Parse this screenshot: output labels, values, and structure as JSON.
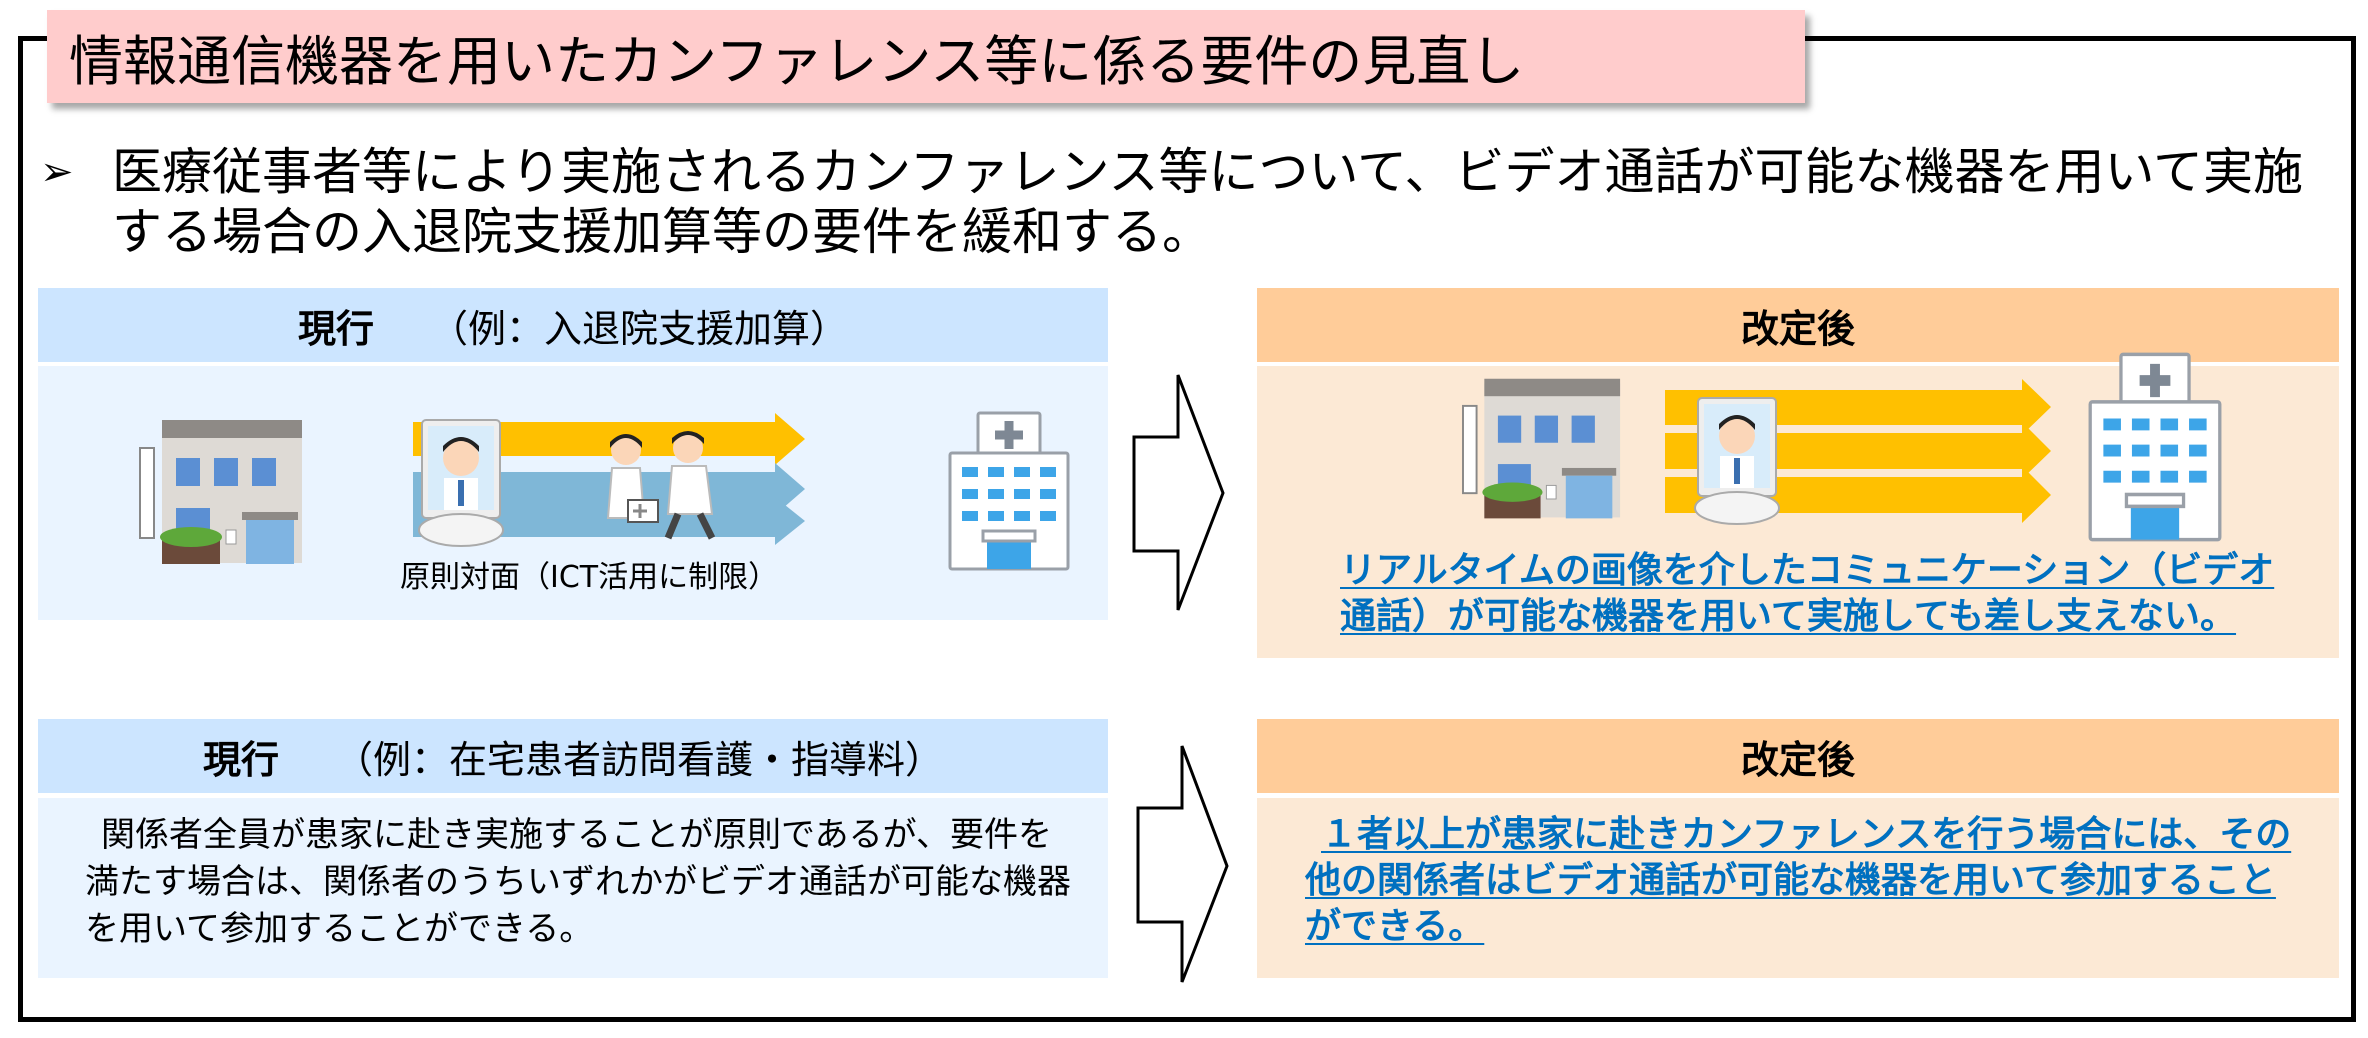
{
  "title": "情報通信機器を用いたカンファレンス等に係る要件の見直し",
  "lead": {
    "bullet_icon": "arrow-bullet-icon",
    "text": "医療従事者等により実施されるカンファレンス等について、ビデオ通話が可能な機器を用いて実施する場合の入退院支援加算等の要件を緩和する。"
  },
  "rows": [
    {
      "current": {
        "label": "現行",
        "example": "（例：入退院支援加算）",
        "caption": "原則対面（ICT活用に制限）",
        "illustrations": [
          "clinic-building",
          "video-monitor",
          "walking-doctor-nurse",
          "hospital-building"
        ]
      },
      "arrow_icon": "right-block-arrow-icon",
      "after": {
        "label": "改定後",
        "illustrations": [
          "clinic-building",
          "video-monitor",
          "hospital-building"
        ],
        "text": "リアルタイムの画像を介したコミュニケーション（ビデオ通話）が可能な機器を用いて実施しても差し支えない。"
      }
    },
    {
      "current": {
        "label": "現行",
        "example": "（例：在宅患者訪問看護・指導料）",
        "text": "関係者全員が患家に赴き実施することが原則であるが、要件を満たす場合は、関係者のうちいずれかがビデオ通話が可能な機器を用いて参加することができる。"
      },
      "arrow_icon": "right-block-arrow-icon",
      "after": {
        "label": "改定後",
        "text": "１者以上が患家に赴きカンファレンスを行う場合には、その他の関係者はビデオ通話が可能な機器を用いて参加することができる。"
      }
    }
  ],
  "colors": {
    "title_bg": "#FFCCCC",
    "current_header": "#CCE5FF",
    "current_body": "#EAF4FF",
    "after_header": "#FFCC99",
    "after_body": "#FCE9D5",
    "after_text": "#0070C0",
    "arrow_yellow": "#FFC000",
    "arrow_blue": "#7FB7D7"
  }
}
